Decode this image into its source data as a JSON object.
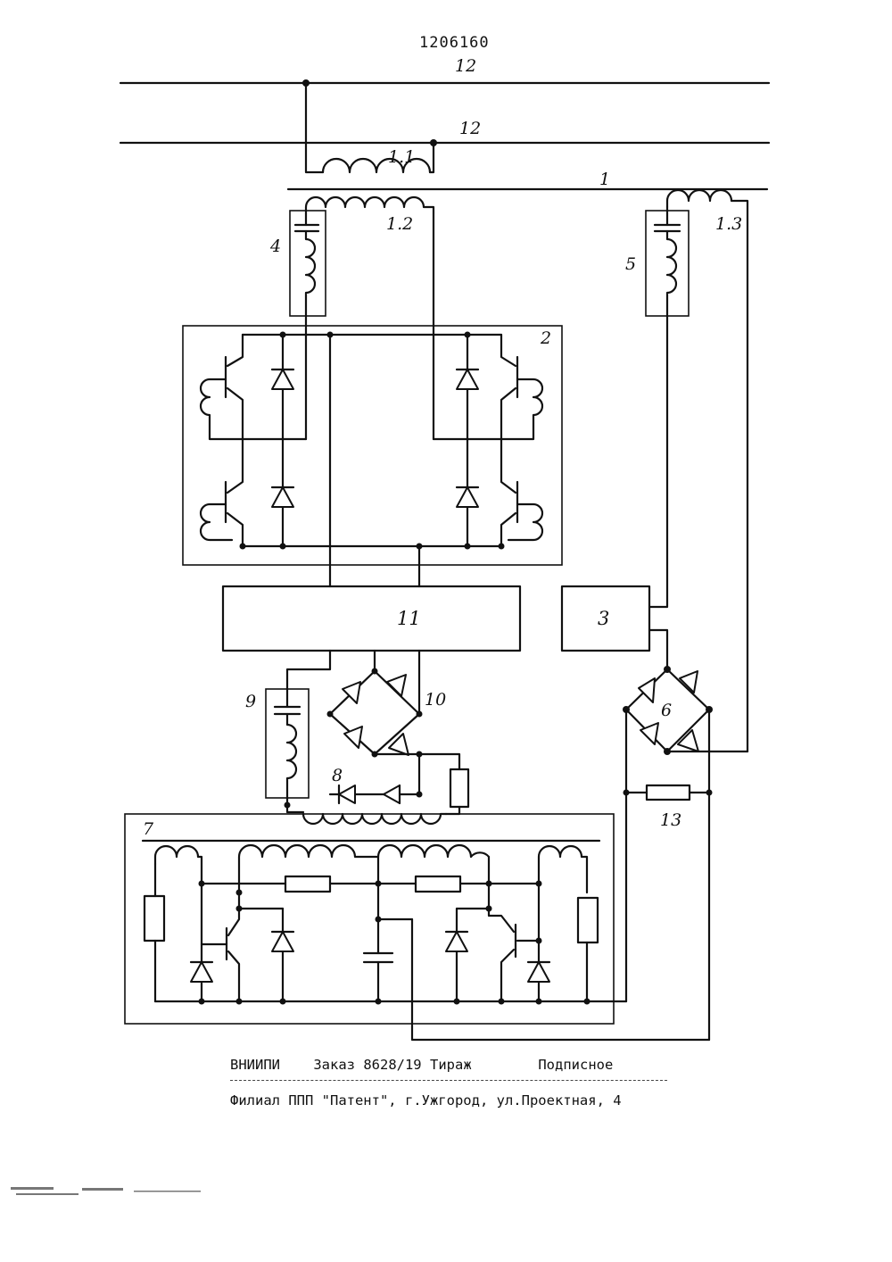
{
  "document": {
    "patent_number": "1206160",
    "imprint": {
      "publisher": "ВНИИПИ",
      "order": "Заказ 8628/19",
      "print_run": "Тираж",
      "subscription": "Подписное",
      "branch": "Филиал ППП \"Патент\", г.Ужгород, ул.Проектная, 4"
    }
  },
  "diagram": {
    "labels": {
      "bus_upper": "12",
      "bus_lower": "12",
      "winding_1_1": "1.1",
      "core_1": "1",
      "winding_1_2": "1.2",
      "winding_1_3": "1.3",
      "filter_4": "4",
      "filter_5": "5",
      "inverter_2": "2",
      "block_11": "11",
      "block_3": "3",
      "filter_9": "9",
      "bridge_10": "10",
      "bridge_6": "6",
      "diodes_8": "8",
      "converter_7": "7",
      "resistor_13": "13"
    }
  }
}
